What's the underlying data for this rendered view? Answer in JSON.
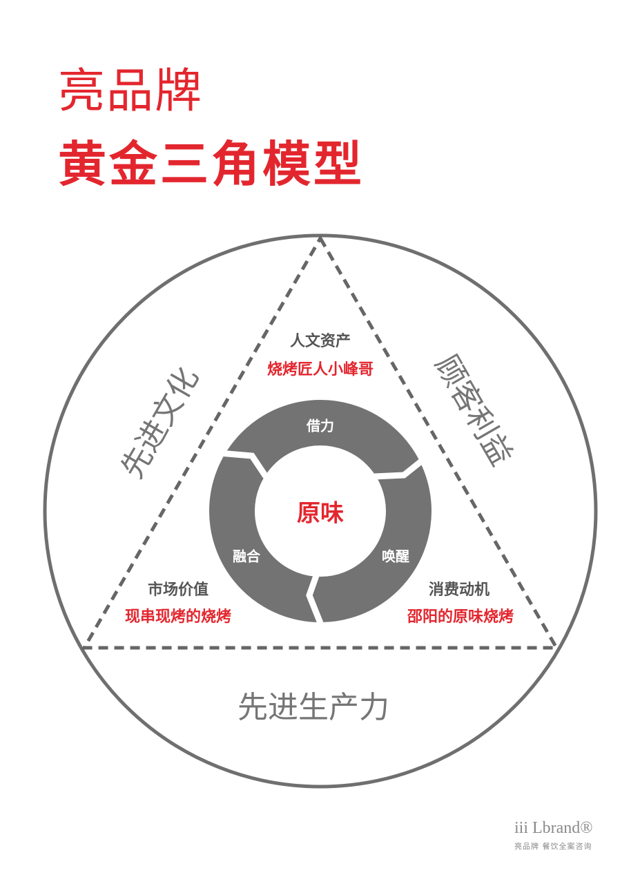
{
  "header": {
    "brand": "亮品牌",
    "title": "黄金三角模型"
  },
  "sides": {
    "left": "先进文化",
    "right": "顾客利益",
    "bottom": "先进生产力"
  },
  "corners": {
    "top": {
      "label": "人文资产",
      "value": "烧烤匠人小峰哥"
    },
    "left": {
      "label": "市场价值",
      "value": "现串现烤的烧烤"
    },
    "right": {
      "label": "消费动机",
      "value": "邵阳的原味烧烤"
    }
  },
  "ring": {
    "center": "原味",
    "segments": [
      "借力",
      "唤醒",
      "融合"
    ]
  },
  "logo": {
    "name": "iii Lbrand®",
    "tagline": "亮品牌 餐饮全案咨询"
  },
  "colors": {
    "accent": "#e3262e",
    "gray": "#6f6f6f"
  }
}
